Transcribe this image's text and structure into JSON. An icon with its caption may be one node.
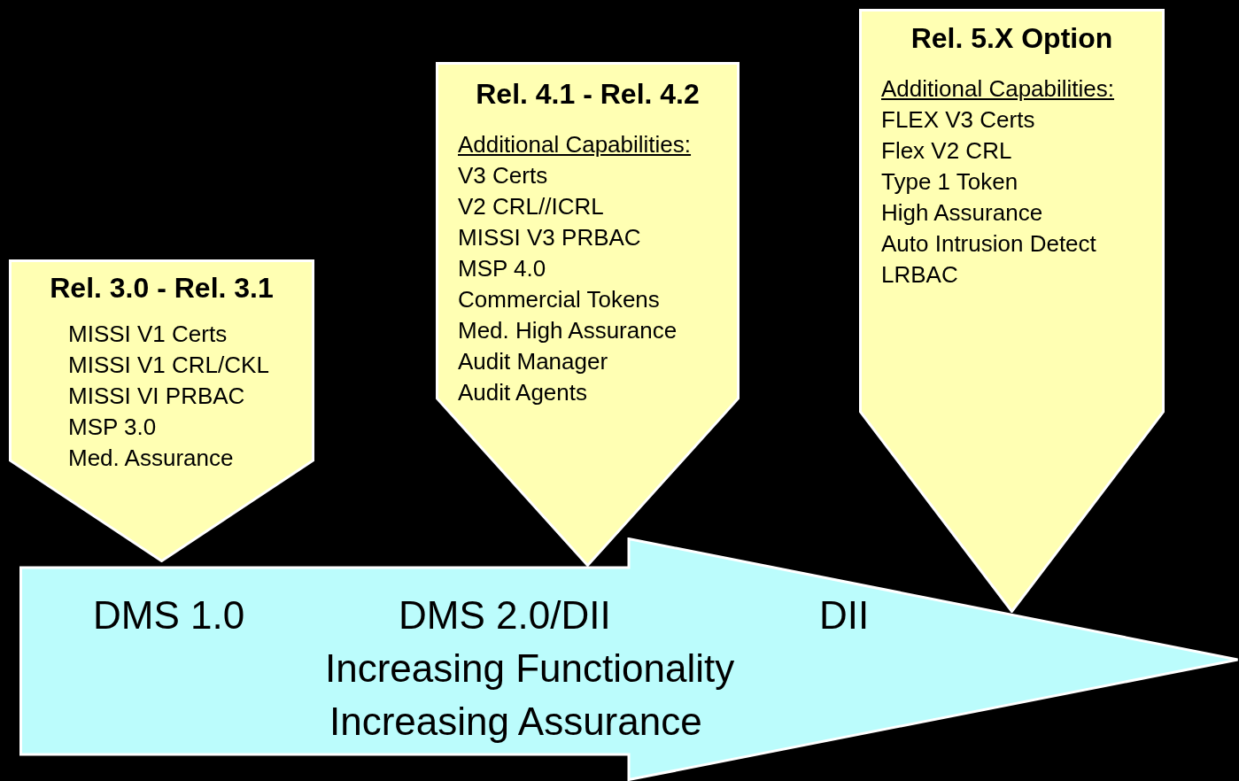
{
  "diagram": {
    "nodes": [
      {
        "text": [
          "Rel. 3.0 - Rel. 3.1",
          "MISSI V1 Certs",
          "MISSI V1 CRL/CKL",
          "MISSI VI PRBAC",
          "MSP 3.0",
          "Med. Assurance"
        ]
      },
      {
        "text": [
          "Rel. 4.1 - Rel. 4.2",
          "Additional Capabilities:",
          "V3 Certs",
          "V2 CRL//ICRL",
          "MISSI V3 PRBAC",
          "MSP 4.0",
          "Commercial Tokens",
          "Med. High Assurance",
          "Audit Manager",
          "Audit Agents"
        ]
      },
      {
        "text": [
          "Rel. 5.X Option",
          "Additional Capabilities:",
          "FLEX V3 Certs",
          "Flex V2 CRL",
          "Type 1 Token",
          "High Assurance",
          "Auto Intrusion Detect",
          "LRBAC"
        ]
      },
      {
        "text": [
          "DMS 1.0",
          "DMS 2.0/DII",
          "DII",
          "Increasing Functionality",
          "Increasing Assurance"
        ]
      }
    ],
    "edges": []
  }
}
